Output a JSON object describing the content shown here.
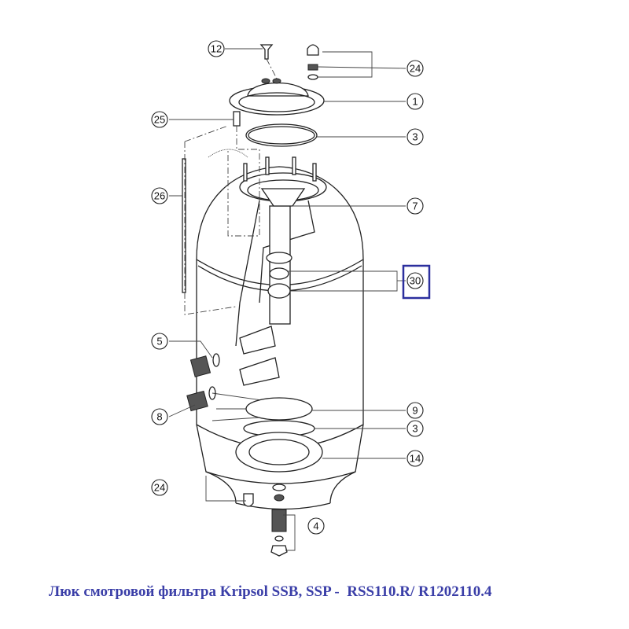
{
  "callouts": {
    "c12": "12",
    "c24a": "24",
    "c1": "1",
    "c25": "25",
    "c3a": "3",
    "c26": "26",
    "c7": "7",
    "c30": "30",
    "c5": "5",
    "c8": "8",
    "c9": "9",
    "c3b": "3",
    "c14": "14",
    "c24b": "24",
    "c4": "4"
  },
  "highlight_color": "#2b2f9e",
  "caption": "Люк смотровой фильтра Kripsol SSB, SSP -  RSS110.R/ R1202110.4"
}
